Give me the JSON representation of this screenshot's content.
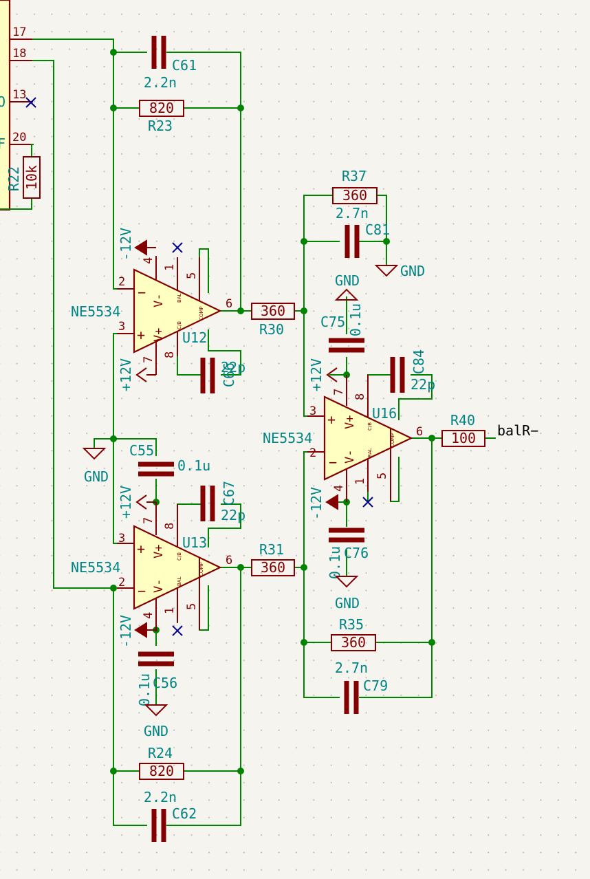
{
  "connector": {
    "pins": [
      "17",
      "18",
      "13",
      "20"
    ],
    "side_labels": [
      "O",
      "F"
    ]
  },
  "resistors": {
    "r22": {
      "ref": "R22",
      "value": "10k"
    },
    "r23": {
      "ref": "R23",
      "value": "820"
    },
    "r24": {
      "ref": "R24",
      "value": "820"
    },
    "r30": {
      "ref": "R30",
      "value": "360"
    },
    "r31": {
      "ref": "R31",
      "value": "360"
    },
    "r35": {
      "ref": "R35",
      "value": "360"
    },
    "r37": {
      "ref": "R37",
      "value": "360"
    },
    "r40": {
      "ref": "R40",
      "value": "100"
    }
  },
  "capacitors": {
    "c61": {
      "ref": "C61",
      "value": "2.2n"
    },
    "c62": {
      "ref": "C62",
      "value": "2.2n"
    },
    "c79": {
      "ref": "C79",
      "value": "2.7n"
    },
    "c81": {
      "ref": "C81",
      "value": "2.7n"
    },
    "c55": {
      "ref": "C55",
      "value": "0.1u"
    },
    "c56": {
      "ref": "C56",
      "value": "0.1u"
    },
    "c75": {
      "ref": "C75",
      "value": "0.1u"
    },
    "c76": {
      "ref": "C76",
      "value": "0.1u"
    },
    "c66": {
      "ref": "C66",
      "value": "22p"
    },
    "c67": {
      "ref": "C67",
      "value": "22p"
    },
    "c84": {
      "ref": "C84",
      "value": "22p"
    }
  },
  "opamps": {
    "u12": {
      "ref": "U12",
      "part": "NE5534",
      "pins": [
        "2",
        "3",
        "4",
        "7",
        "1",
        "5",
        "8",
        "6"
      ]
    },
    "u13": {
      "ref": "U13",
      "part": "NE5534",
      "pins": [
        "3",
        "2",
        "7",
        "4",
        "8",
        "1",
        "5",
        "6"
      ]
    },
    "u16": {
      "ref": "U16",
      "part": "NE5534",
      "pins": [
        "3",
        "2",
        "7",
        "4",
        "8",
        "1",
        "5",
        "6"
      ]
    },
    "inner": {
      "vminus": "V-",
      "vplus": "V+",
      "minus": "−",
      "plus": "+",
      "bal": "BAL",
      "comp": "COMP",
      "cb": "C/B"
    }
  },
  "power": {
    "neg12": "-12V",
    "pos12": "+12V",
    "gnd": "GND"
  },
  "nets": {
    "output": "balR−"
  }
}
